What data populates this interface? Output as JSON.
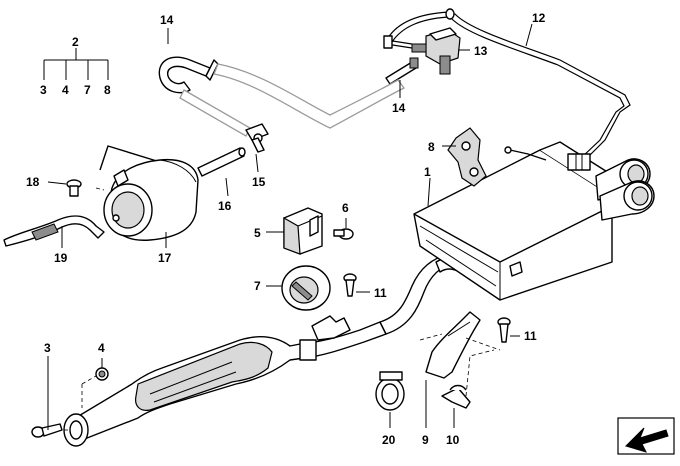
{
  "callouts": [
    {
      "id": "c2",
      "label": "2"
    },
    {
      "id": "c3a",
      "label": "3"
    },
    {
      "id": "c4a",
      "label": "4"
    },
    {
      "id": "c7a",
      "label": "7"
    },
    {
      "id": "c8a",
      "label": "8"
    },
    {
      "id": "c14a",
      "label": "14"
    },
    {
      "id": "c12",
      "label": "12"
    },
    {
      "id": "c13",
      "label": "13"
    },
    {
      "id": "c14b",
      "label": "14"
    },
    {
      "id": "c8b",
      "label": "8"
    },
    {
      "id": "c1",
      "label": "1"
    },
    {
      "id": "c18",
      "label": "18"
    },
    {
      "id": "c15",
      "label": "15"
    },
    {
      "id": "c16",
      "label": "16"
    },
    {
      "id": "c17",
      "label": "17"
    },
    {
      "id": "c19",
      "label": "19"
    },
    {
      "id": "c5",
      "label": "5"
    },
    {
      "id": "c6",
      "label": "6"
    },
    {
      "id": "c7b",
      "label": "7"
    },
    {
      "id": "c11a",
      "label": "11"
    },
    {
      "id": "c11b",
      "label": "11"
    },
    {
      "id": "c3b",
      "label": "3"
    },
    {
      "id": "c4b",
      "label": "4"
    },
    {
      "id": "c20",
      "label": "20"
    },
    {
      "id": "c9",
      "label": "9"
    },
    {
      "id": "c10",
      "label": "10"
    }
  ],
  "icons": {
    "orientation": "arrow-icon"
  }
}
